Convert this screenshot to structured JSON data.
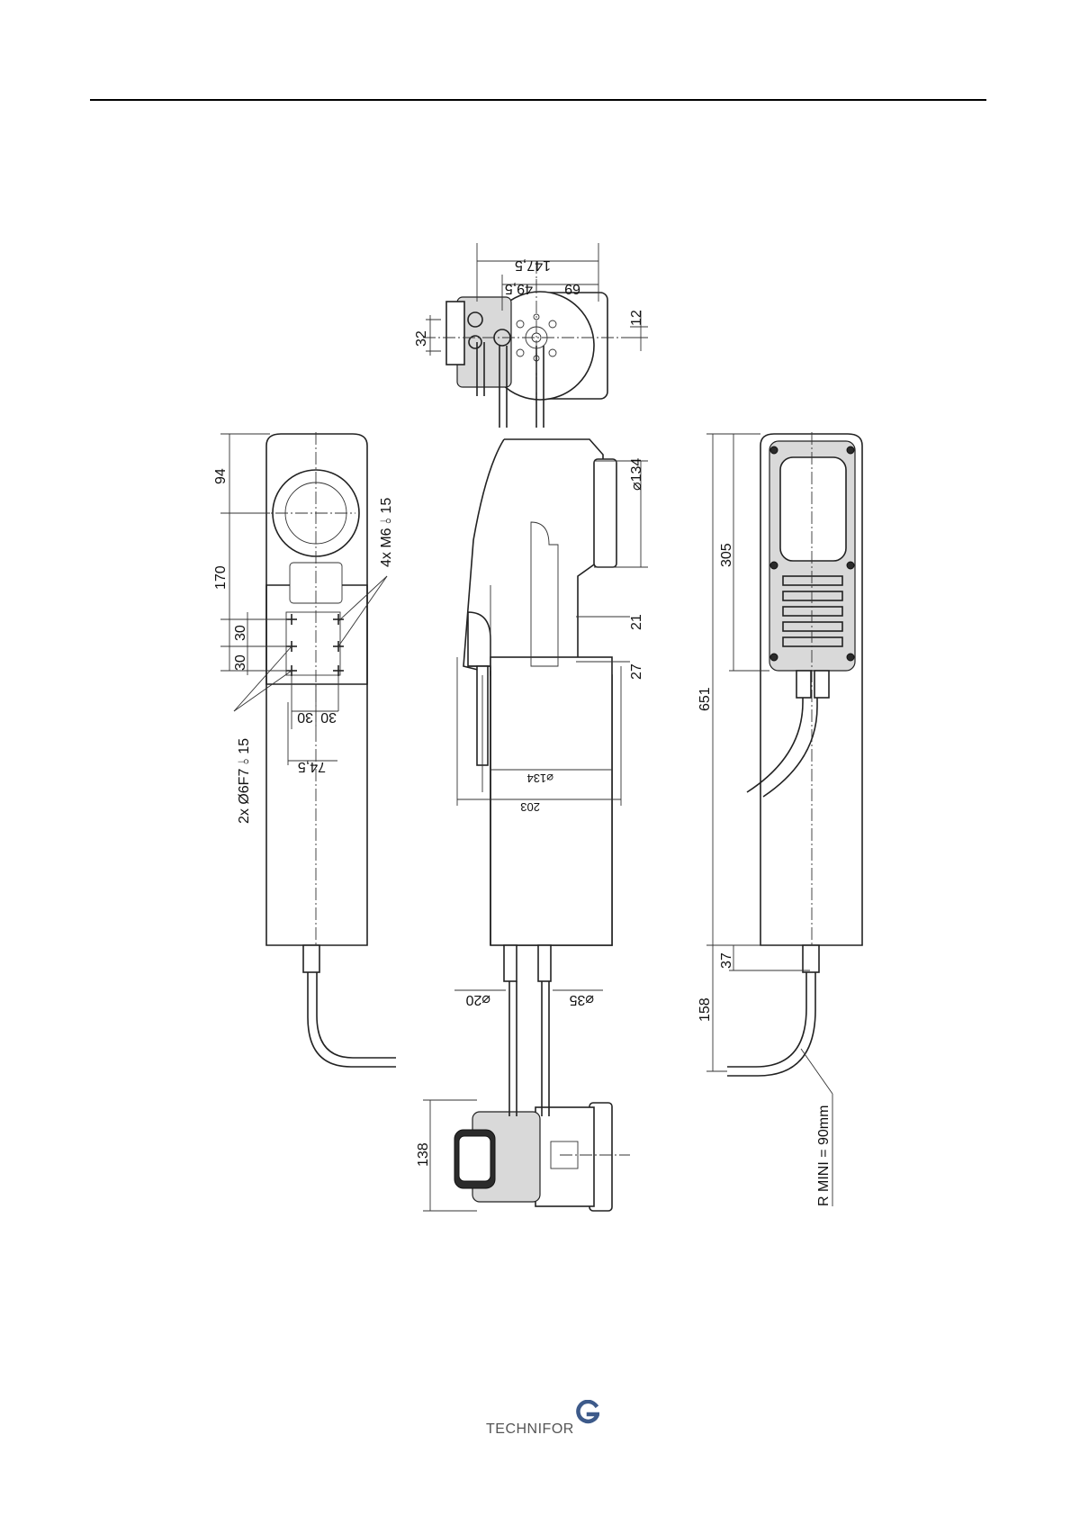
{
  "drawing": {
    "top_view": {
      "dims": [
        "147,5",
        "49,5",
        "69",
        "32",
        "12"
      ]
    },
    "left_view": {
      "dims": [
        "94",
        "170",
        "30",
        "30",
        "30",
        "30",
        "74,5"
      ],
      "callouts": {
        "holes_m6": "4x M6 ⫰ 15",
        "holes_pin": "2x Ø6F7 ⫰ 15"
      }
    },
    "front_view": {
      "dims": [
        "⌀134",
        "21",
        "27",
        "⌀134",
        "203",
        "⌀20",
        "⌀35"
      ]
    },
    "right_view": {
      "dims": [
        "305",
        "651",
        "37",
        "158"
      ],
      "radius_note": "R MINI = 90mm"
    },
    "bottom_view": {
      "dims": [
        "138"
      ]
    }
  },
  "footer": {
    "brand": "Technifor",
    "brand_display": "TECHNIFOR",
    "accent_color": "#3d5a8a"
  }
}
